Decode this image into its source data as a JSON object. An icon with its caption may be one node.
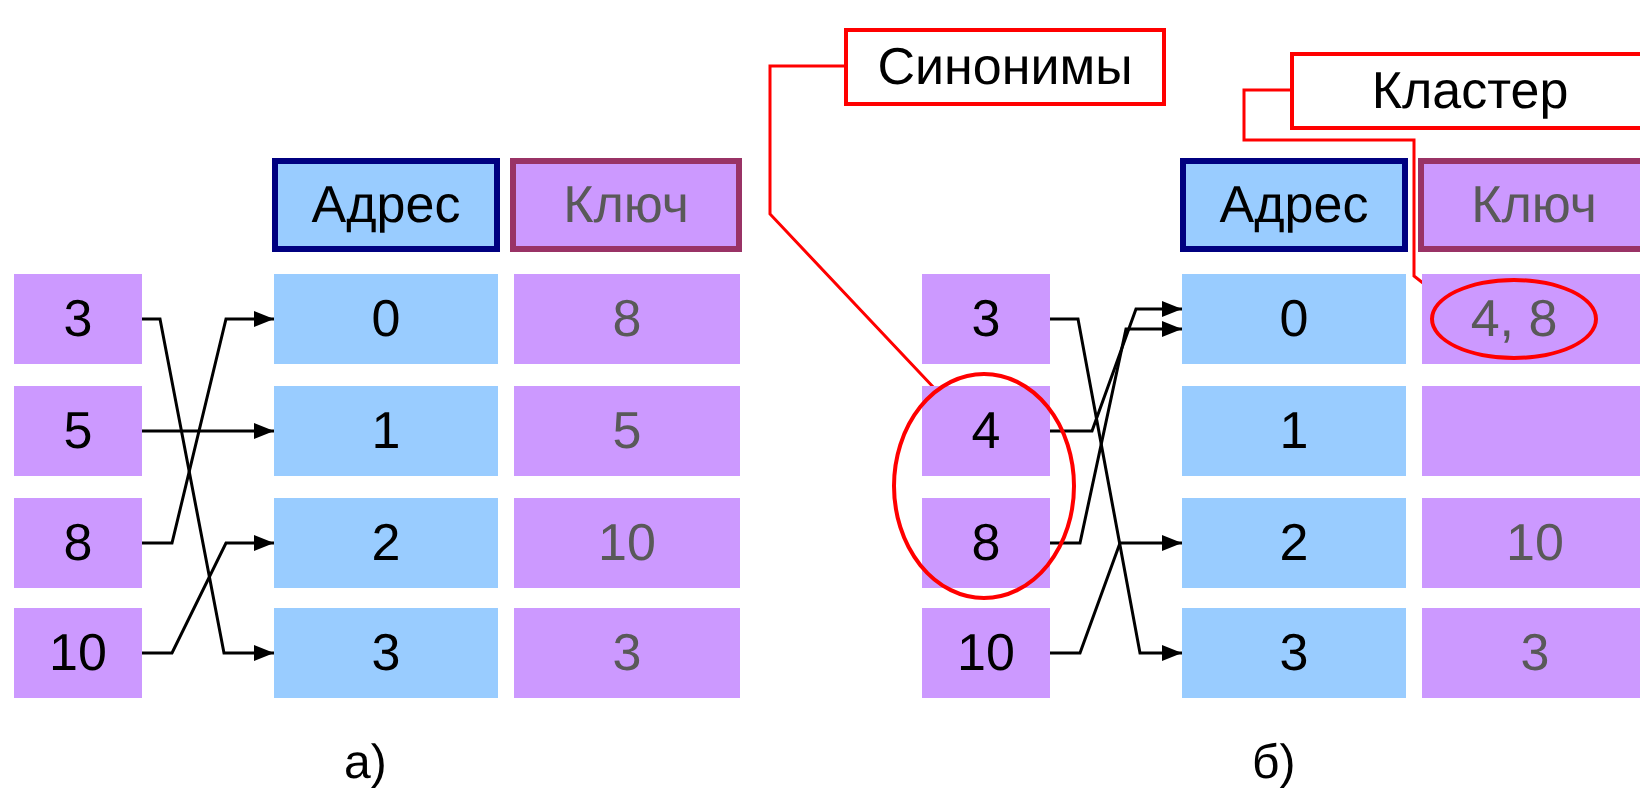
{
  "diagram": {
    "nodes": [
      {
        "text": [
          "Синонимы"
        ]
      },
      {
        "text": [
          "Кластер"
        ]
      },
      {
        "text": [
          "Адрес"
        ]
      },
      {
        "text": [
          "Ключ"
        ]
      },
      {
        "text": [
          "3"
        ]
      },
      {
        "text": [
          "5"
        ]
      },
      {
        "text": [
          "8"
        ]
      },
      {
        "text": [
          "10"
        ]
      },
      {
        "text": [
          "0"
        ]
      },
      {
        "text": [
          "1"
        ]
      },
      {
        "text": [
          "2"
        ]
      },
      {
        "text": [
          "3"
        ]
      },
      {
        "text": [
          "8"
        ]
      },
      {
        "text": [
          "5"
        ]
      },
      {
        "text": [
          "10"
        ]
      },
      {
        "text": [
          "3"
        ]
      },
      {
        "text": [
          "Адрес"
        ]
      },
      {
        "text": [
          "Ключ"
        ]
      },
      {
        "text": [
          "3"
        ]
      },
      {
        "text": [],
        "shape": "ellipse"
      },
      {
        "text": [
          "4"
        ],
        "in": 19
      },
      {
        "text": [
          "8"
        ],
        "in": 19
      },
      {
        "text": [
          "10"
        ]
      },
      {
        "text": [
          "0"
        ]
      },
      {
        "text": [
          "1"
        ]
      },
      {
        "text": [
          "2"
        ]
      },
      {
        "text": [
          "3"
        ]
      },
      {
        "text": [],
        "shape": "box"
      },
      {
        "text": [
          "4, 8"
        ],
        "in": 27
      },
      {
        "text": [],
        "shape": "box"
      },
      {
        "text": [
          "10"
        ]
      },
      {
        "text": [
          "3"
        ]
      }
    ],
    "edges": [
      {
        "from": 4,
        "to": 11,
        "arrow": "to"
      },
      {
        "from": 5,
        "to": 9,
        "arrow": "to"
      },
      {
        "from": 6,
        "to": 8,
        "arrow": "to"
      },
      {
        "from": 7,
        "to": 10,
        "arrow": "to"
      },
      {
        "from": 18,
        "to": 26,
        "arrow": "to"
      },
      {
        "from": 20,
        "to": 23,
        "arrow": "to"
      },
      {
        "from": 21,
        "to": 23,
        "arrow": "to"
      },
      {
        "from": 22,
        "to": 25,
        "arrow": "to"
      },
      {
        "from": 0,
        "to": 19,
        "arrow": "none",
        "color": "#ff0000"
      },
      {
        "from": 1,
        "to": 28,
        "arrow": "none",
        "color": "#ff0000"
      }
    ],
    "labels": [
      "а)",
      "б)"
    ]
  }
}
